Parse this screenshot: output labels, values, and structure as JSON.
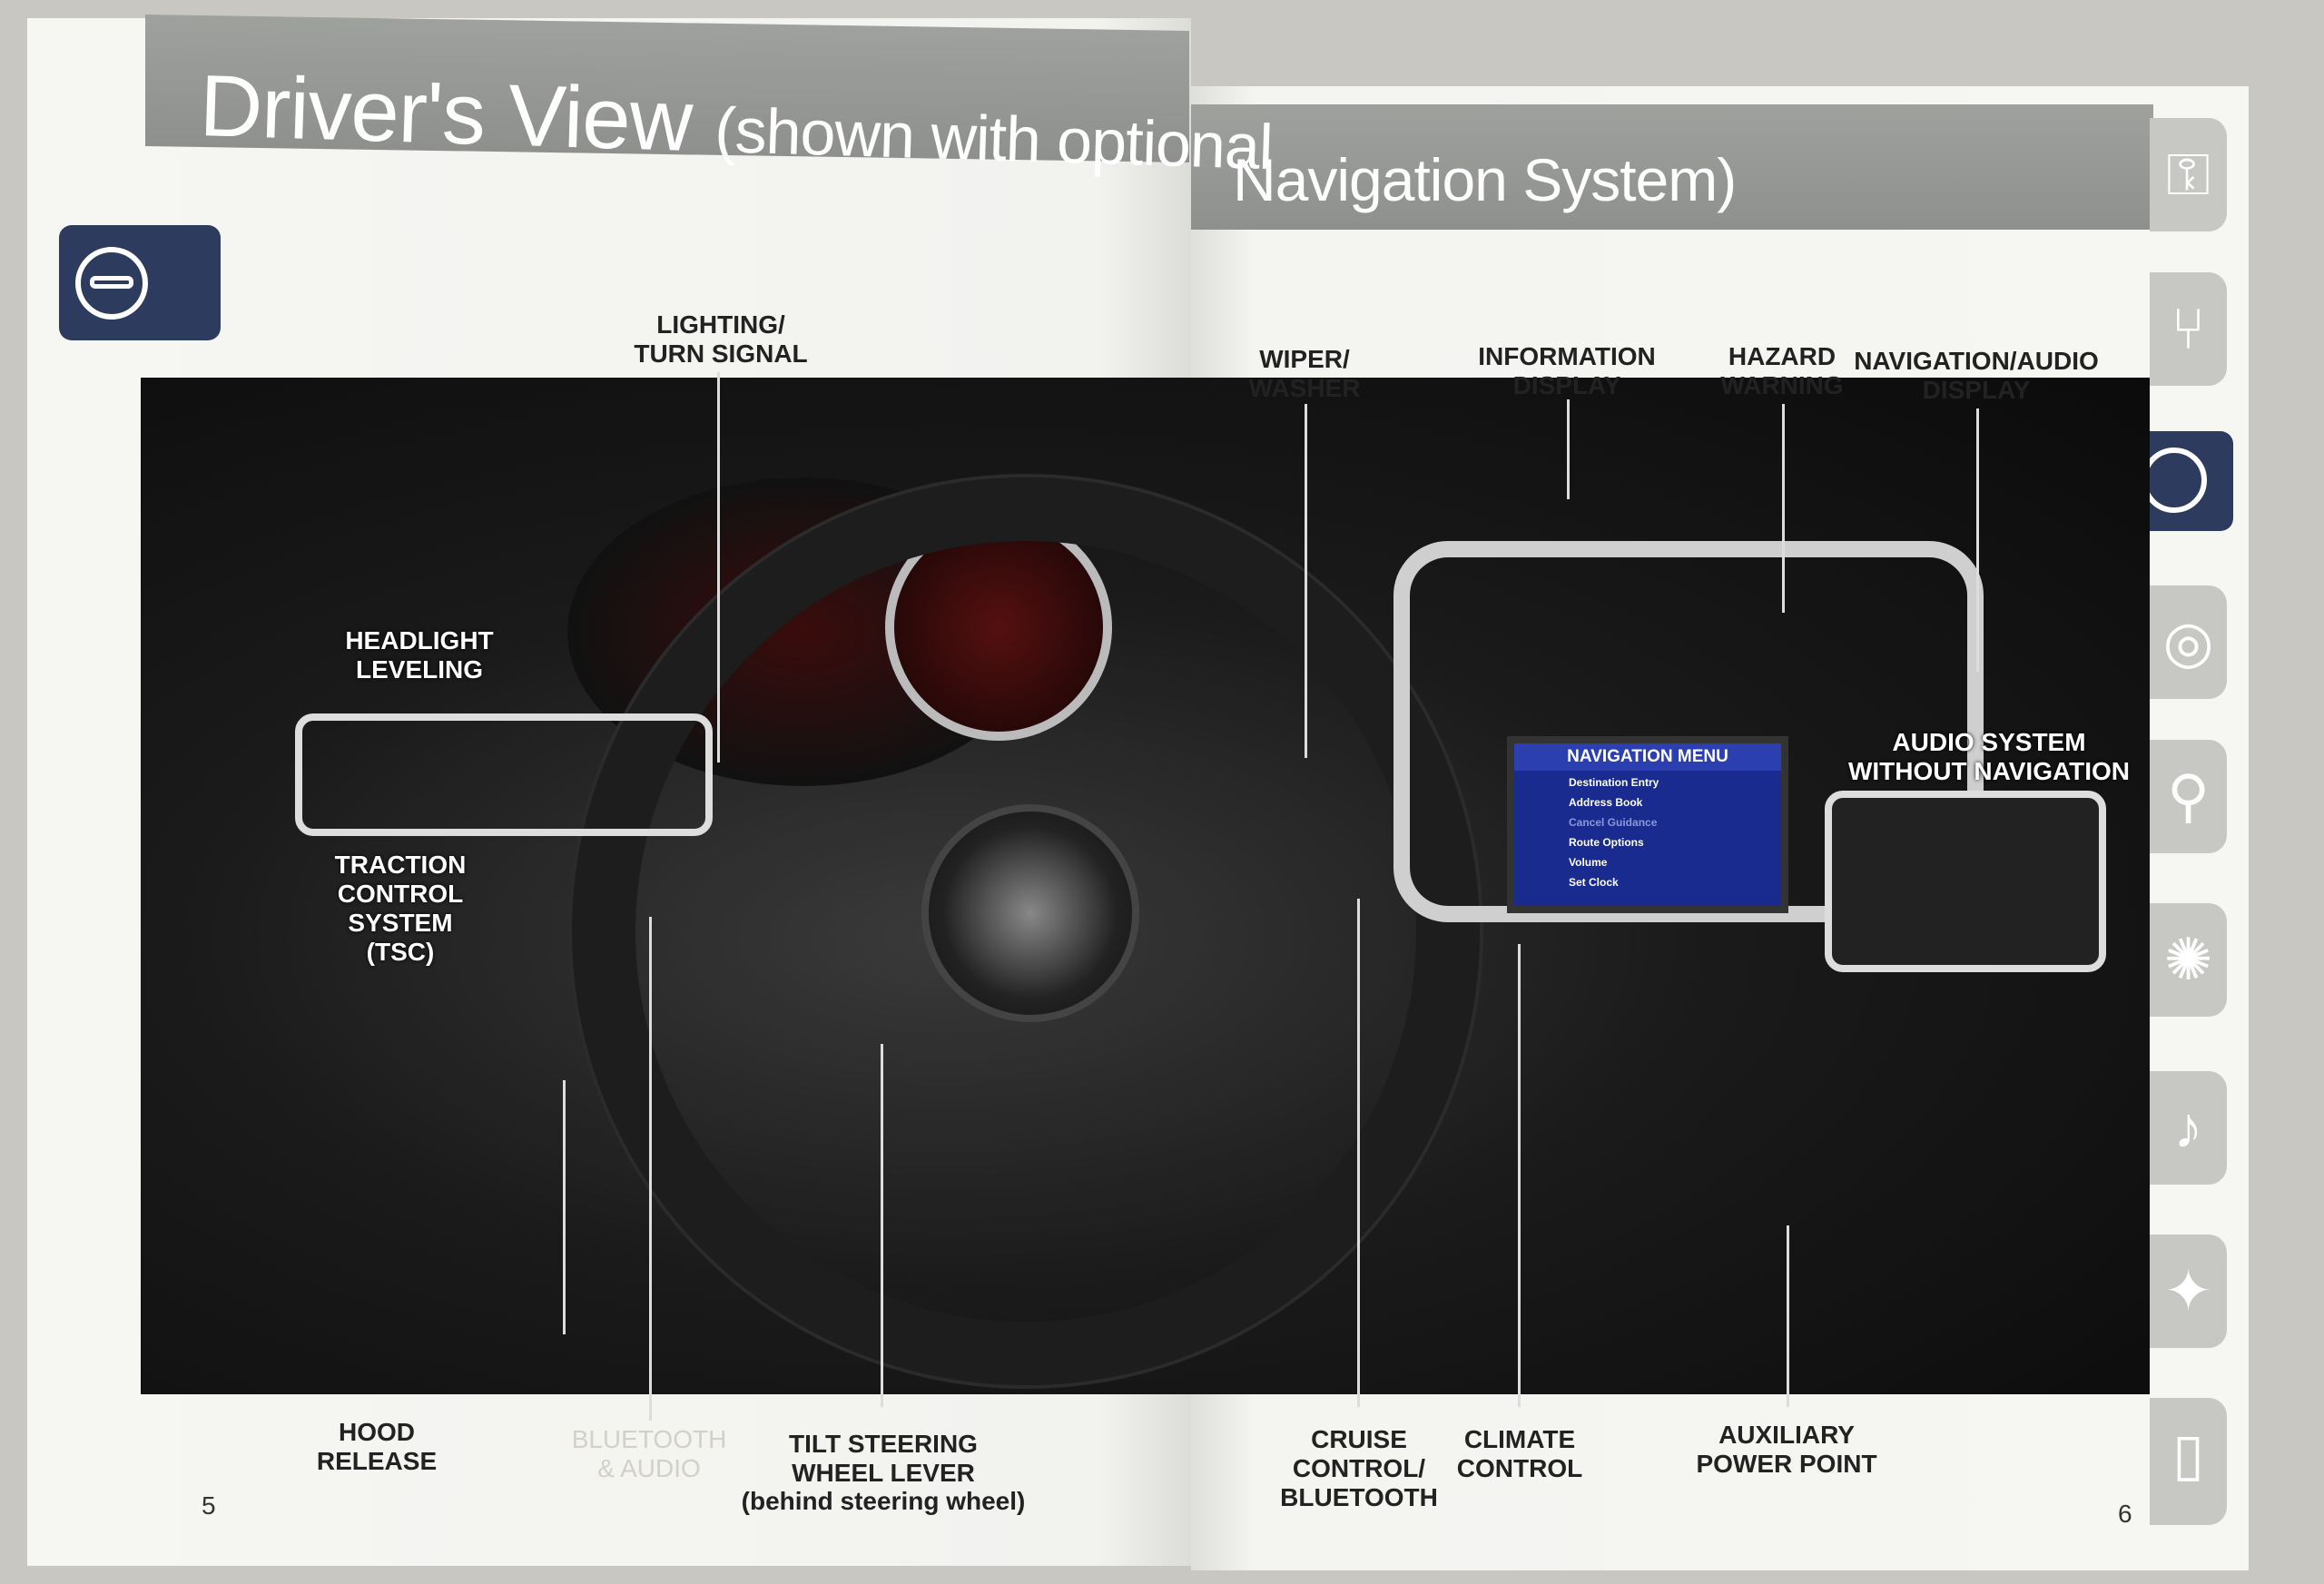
{
  "title": {
    "left": "Driver's View",
    "left_paren": "(shown with optional",
    "right": "Navigation System)"
  },
  "labels": {
    "lighting": "LIGHTING/\nTURN SIGNAL",
    "headlight": "HEADLIGHT\nLEVELING",
    "traction": "TRACTION\nCONTROL\nSYSTEM\n(TSC)",
    "hood": "HOOD\nRELEASE",
    "bluetooth": "BLUETOOTH\n& AUDIO",
    "tilt": "TILT STEERING\nWHEEL LEVER",
    "tilt_note": "(behind steering wheel)",
    "wiper": "WIPER/\nWASHER",
    "info": "INFORMATION\nDISPLAY",
    "hazard": "HAZARD\nWARNING",
    "nav_audio": "NAVIGATION/AUDIO\nDISPLAY",
    "audio_nonav": "AUDIO SYSTEM\nWITHOUT NAVIGATION",
    "cruise": "CRUISE\nCONTROL/\nBLUETOOTH",
    "climate": "CLIMATE\nCONTROL",
    "aux": "AUXILIARY\nPOWER POINT"
  },
  "nav_menu": {
    "title": "NAVIGATION MENU",
    "items": [
      "Destination Entry",
      "Address Book",
      "Cancel Guidance",
      "Route Options",
      "Volume",
      "Set Clock"
    ]
  },
  "pages": {
    "left": "5",
    "right": "6"
  },
  "side_tabs": [
    "key-icon",
    "seat-icon",
    "gauges-icon",
    "search-icon",
    "climate-icon",
    "music-icon",
    "compass-icon",
    "phone-icon"
  ],
  "colors": {
    "navy": "#2c3b5e",
    "band": "#979996",
    "screen": "#2a3fb0"
  }
}
